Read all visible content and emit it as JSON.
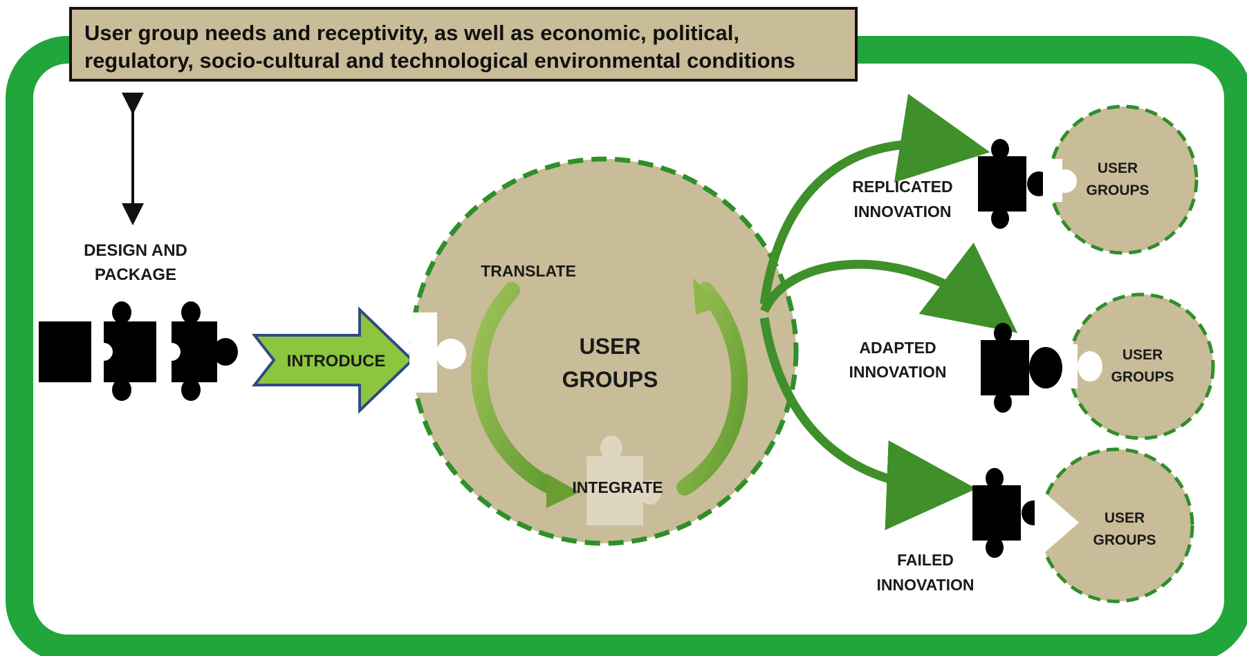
{
  "header": {
    "line1": "User group needs and receptivity, as well as economic, political,",
    "line2": "regulatory, socio-cultural and technological environmental conditions"
  },
  "left": {
    "design_line1": "DESIGN AND",
    "design_line2": "PACKAGE",
    "introduce": "INTRODUCE"
  },
  "center": {
    "translate": "TRANSLATE",
    "integrate": "INTEGRATE",
    "user_line1": "USER",
    "user_line2": "GROUPS"
  },
  "outcomes": {
    "replicated_line1": "REPLICATED",
    "replicated_line2": "INNOVATION",
    "adapted_line1": "ADAPTED",
    "adapted_line2": "INNOVATION",
    "failed_line1": "FAILED",
    "failed_line2": "INNOVATION",
    "user_line1": "USER",
    "user_line2": "GROUPS"
  },
  "colors": {
    "frame": "#22a53a",
    "circle_fill": "#c9bc98",
    "circle_dash": "#2f8f2a",
    "arrow_fill": "#8cc63f",
    "arrow_stroke": "#2f4a80",
    "puzzle": "#000000"
  }
}
